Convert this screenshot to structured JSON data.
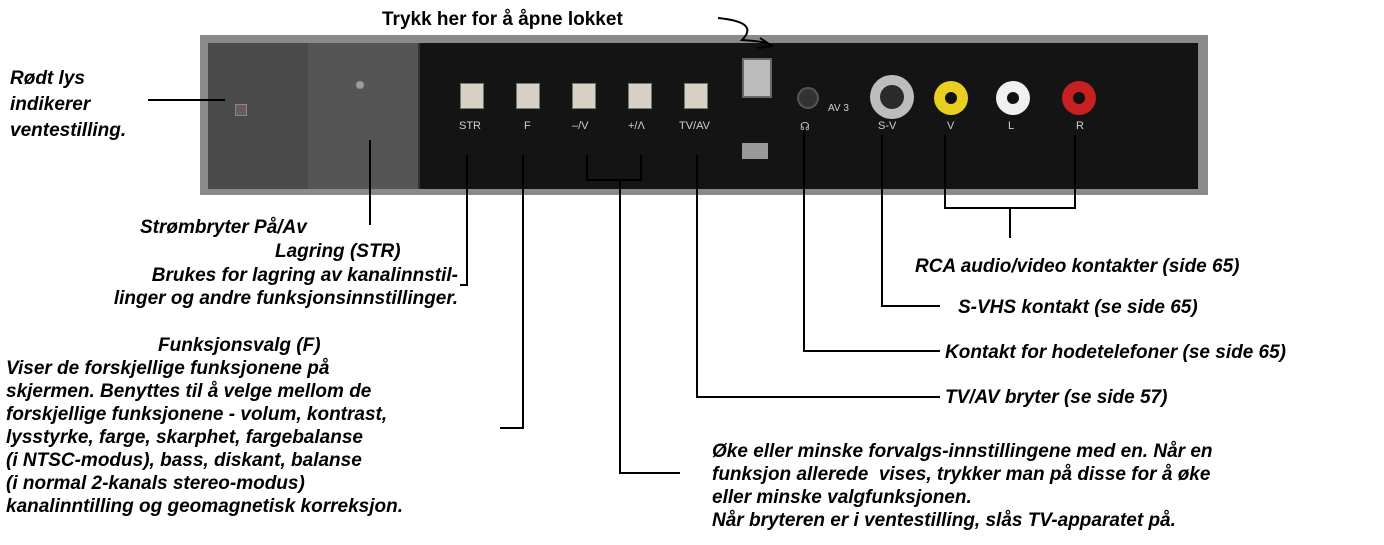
{
  "top_label": "Trykk her for å åpne lokket",
  "panel_labels": {
    "str": "STR",
    "f": "F",
    "minus": "–/V",
    "plus": "+/Λ",
    "tvav": "TV/AV",
    "av3": "AV 3",
    "sv": "S-V",
    "v": "V",
    "l": "L",
    "r": "R"
  },
  "callouts": {
    "red_light": "Rødt lys\nindikerer\nventestilling.",
    "power_switch": "Strømbryter På/Av",
    "storage_title": "Lagring (STR)",
    "storage_desc": "Brukes for lagring av kanalinnstil-\nlinger og andre funksjonsinnstillinger.",
    "function_title": "Funksjonsvalg (F)",
    "function_desc": "Viser de forskjellige funksjonene på\nskjermen. Benyttes til å velge mellom de\nforskjellige funksjonene - volum, kontrast,\nlysstyrke, farge, skarphet, fargebalanse\n(i NTSC-modus), bass, diskant, balanse\n(i normal 2-kanals stereo-modus)\nkanalinntilling og geomagnetisk korreksjon.",
    "rca": "RCA audio/video kontakter (side 65)",
    "svhs": "S-VHS kontakt (se side 65)",
    "headphones": "Kontakt for hodetelefoner (se side 65)",
    "tvav": "TV/AV bryter (se side 57)",
    "updown": "Øke eller minske forvalgs-innstillingene med en. Når en\nfunksjon allerede  vises, trykker man på disse for å øke\neller minske valgfunksjonen.\nNår bryteren er i ventestilling, slås TV-apparatet på."
  },
  "colors": {
    "rca_video": "#e8d020",
    "rca_left": "#f0f0f0",
    "rca_right": "#c82020"
  }
}
